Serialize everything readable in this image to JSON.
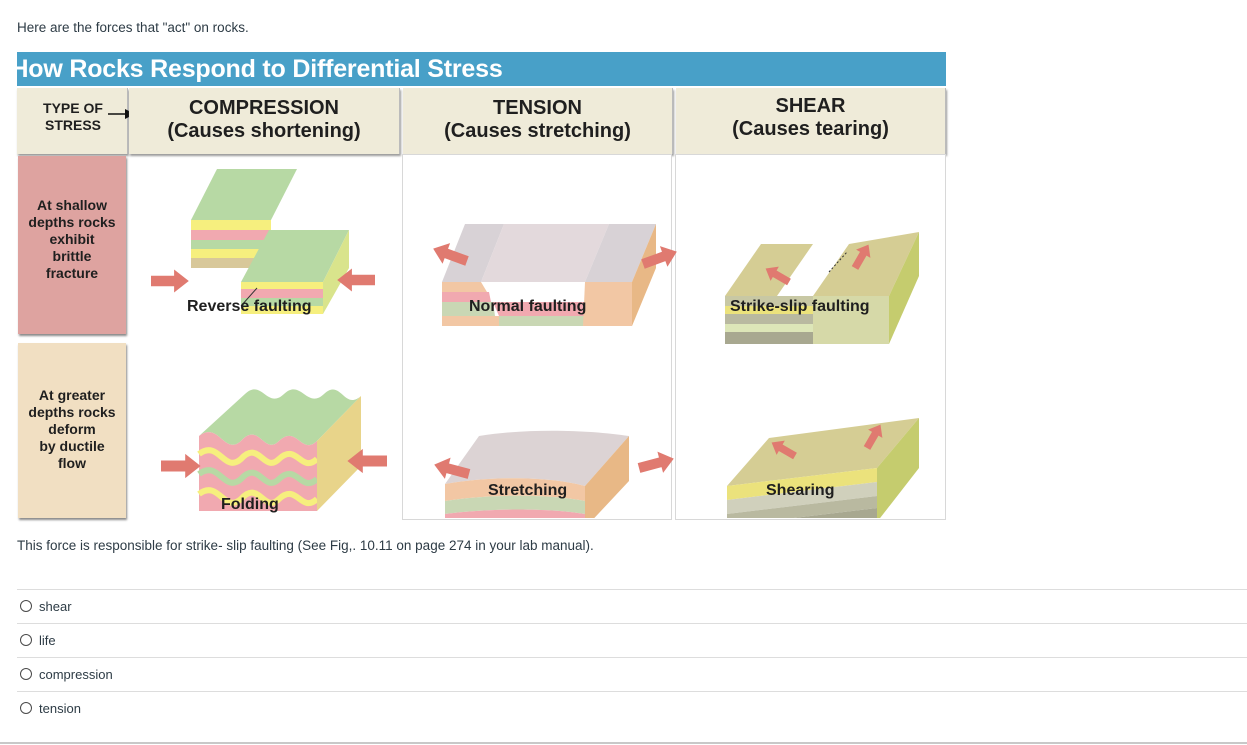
{
  "intro_text": "Here are the forces that \"act\" on rocks.",
  "figure": {
    "title": "How Rocks Respond to Differential Stress",
    "type_label_line1": "TYPE OF",
    "type_label_line2": "STRESS",
    "columns": [
      {
        "name": "COMPRESSION",
        "effect": "(Causes shortening)"
      },
      {
        "name": "TENSION",
        "effect": "(Causes stretching)"
      },
      {
        "name": "SHEAR",
        "effect": "(Causes tearing)"
      }
    ],
    "rows": [
      {
        "label_lines": [
          "At shallow",
          "depths rocks",
          "exhibit",
          "brittle",
          "fracture"
        ]
      },
      {
        "label_lines": [
          "At greater",
          "depths rocks",
          "deform",
          "by ductile",
          "flow"
        ]
      }
    ],
    "captions": {
      "reverse_faulting": "Reverse faulting",
      "normal_faulting": "Normal faulting",
      "strike_slip_faulting": "Strike-slip faulting",
      "folding": "Folding",
      "stretching": "Stretching",
      "shearing": "Shearing"
    },
    "colors": {
      "title_bar": "#48a0c8",
      "header_bg": "#efebd9",
      "shallow_row": "#dea3a0",
      "deep_row": "#f1dfc2",
      "arrow": "#e07a70"
    }
  },
  "question_text": "This force is responsible for strike- slip faulting (See Fig,. 10.11 on page 274 in your lab manual).",
  "options": [
    "shear",
    "life",
    "compression",
    "tension"
  ]
}
